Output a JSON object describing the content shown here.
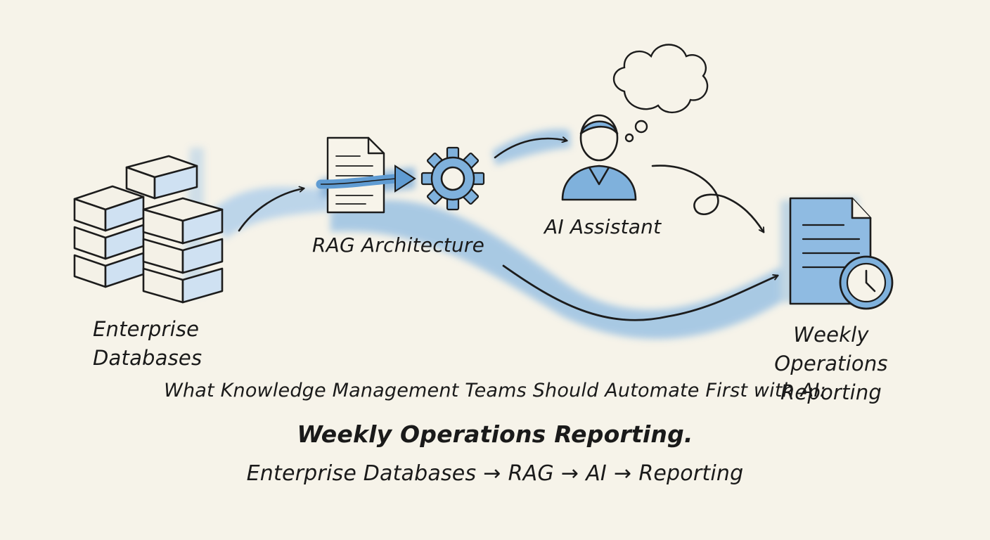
{
  "nodes": {
    "databases": {
      "line1": "Enterprise",
      "line2": "Databases"
    },
    "rag": {
      "label": "RAG Architecture"
    },
    "assistant": {
      "label": "AI Assistant"
    },
    "report": {
      "line1": "Weekly Operations",
      "line2": "Reporting"
    }
  },
  "caption": {
    "line1": "What Knowledge Management Teams Should Automate First with AI:",
    "line2": "Weekly Operations Reporting."
  },
  "flow": {
    "steps": [
      "Enterprise Databases",
      "RAG",
      "AI",
      "Reporting"
    ],
    "separator": "→"
  },
  "colors": {
    "ink": "#1c1c1c",
    "watercolor_blue": "#7fb1dc",
    "watercolor_light": "#bcd7ee",
    "paper": "#f6f3e9"
  },
  "icons": [
    "database-stack-icon",
    "document-icon",
    "gear-icon",
    "person-icon",
    "thought-cloud-icon",
    "report-document-icon",
    "clock-icon"
  ]
}
